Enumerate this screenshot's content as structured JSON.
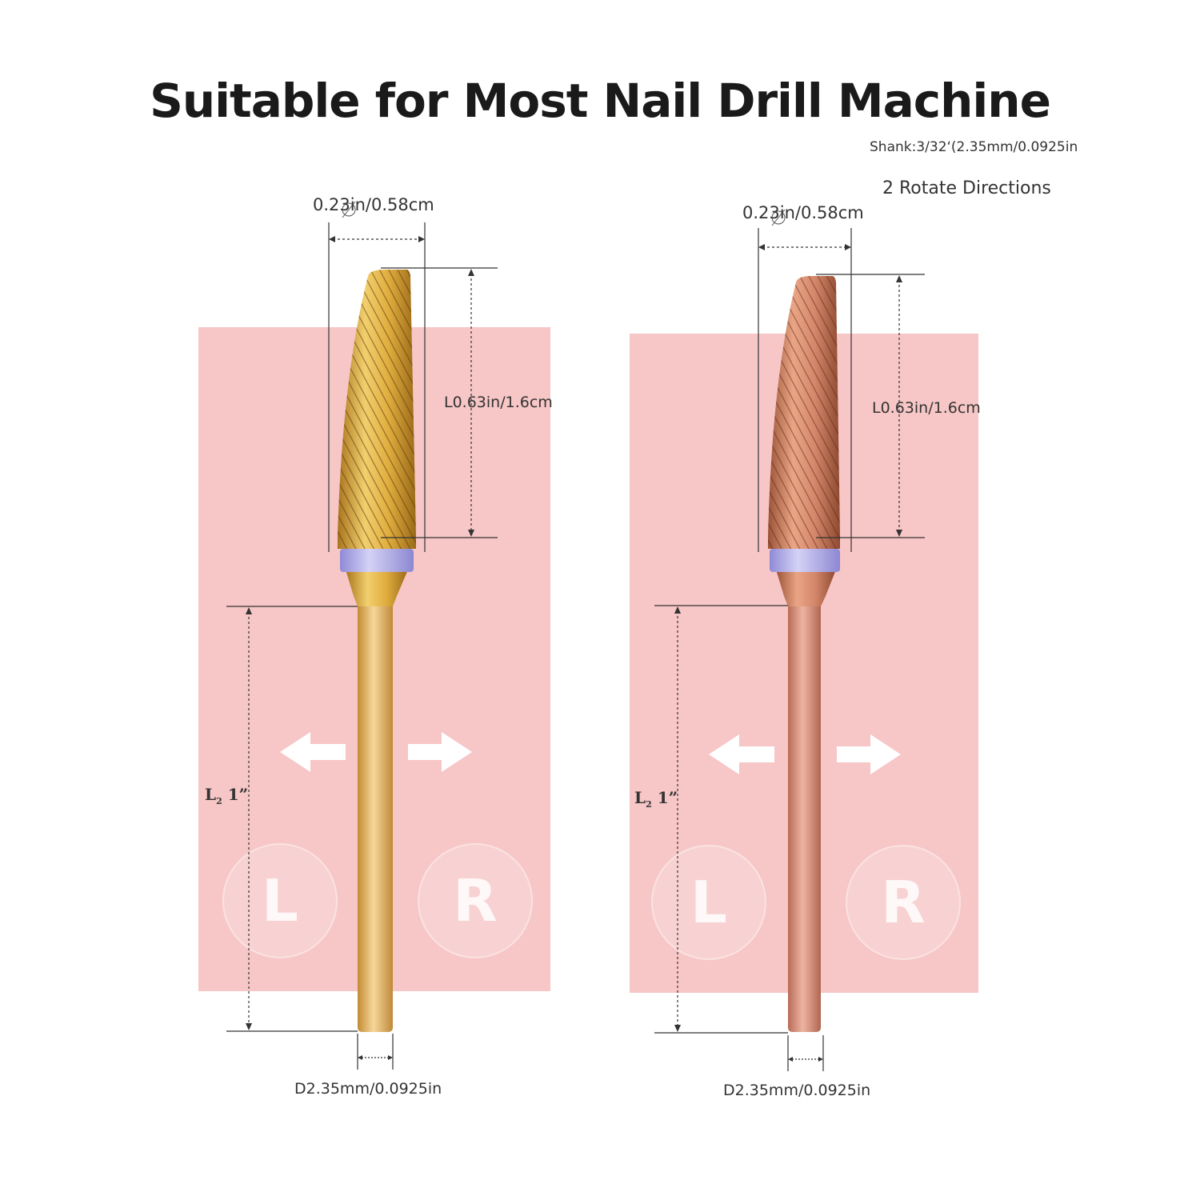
{
  "title": "Suitable for Most Nail Drill Machine",
  "shank_note": "Shank:3/32‘(2.35mm/0.0925in",
  "rotate_note": "2 Rotate Directions",
  "bits": [
    {
      "color_name": "gold",
      "head_width_label": "0.23in/0.58cm",
      "head_length_label": "L0.63in/1.6cm",
      "shank_length_label": "1”",
      "shank_length_prefix": "L",
      "shank_length_sub": "2",
      "diameter_label": "D2.35mm/0.0925in",
      "left_badge": "L",
      "right_badge": "R"
    },
    {
      "color_name": "rose-gold",
      "head_width_label": "0.23in/0.58cm",
      "head_length_label": "L0.63in/1.6cm",
      "shank_length_label": "1”",
      "shank_length_prefix": "L",
      "shank_length_sub": "2",
      "diameter_label": "D2.35mm/0.0925in",
      "left_badge": "L",
      "right_badge": "R"
    }
  ],
  "colors": {
    "panel": "#f7c6c6",
    "gold": "#d9a441",
    "rose_gold": "#d08a6c",
    "band": "#a9a6e4"
  }
}
